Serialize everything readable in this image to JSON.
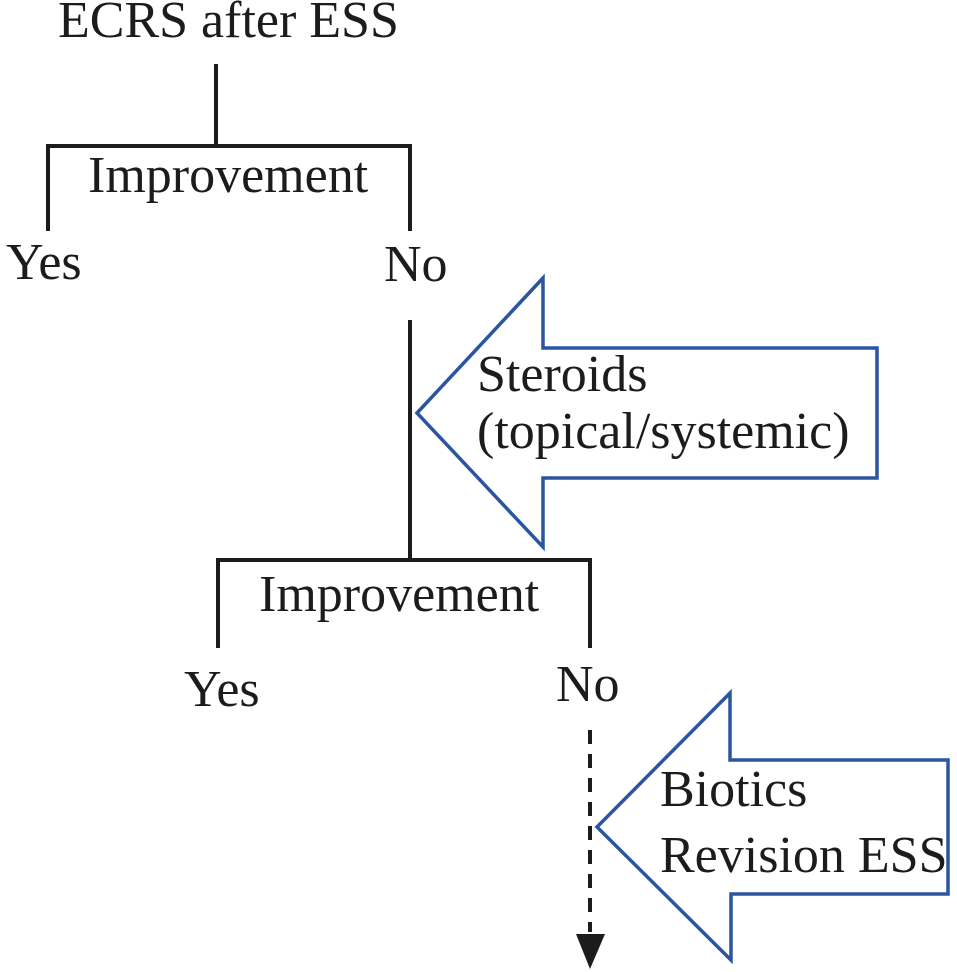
{
  "figure": {
    "title": "ECRS after ESS",
    "decision1": {
      "label": "Improvement",
      "yes_label": "Yes",
      "no_label": "No"
    },
    "steroids_callout": {
      "line1": "Steroids",
      "line2": "(topical/systemic)"
    },
    "decision2": {
      "label": "Improvement",
      "yes_label": "Yes",
      "no_label": "No"
    },
    "biotics_callout": {
      "line1": "Biotics",
      "line2": "Revision ESS"
    },
    "colors": {
      "callout_outline": "#2b55a1",
      "connector": "#1c1c1c",
      "text": "#1c1c1c",
      "background": "#ffffff"
    }
  }
}
